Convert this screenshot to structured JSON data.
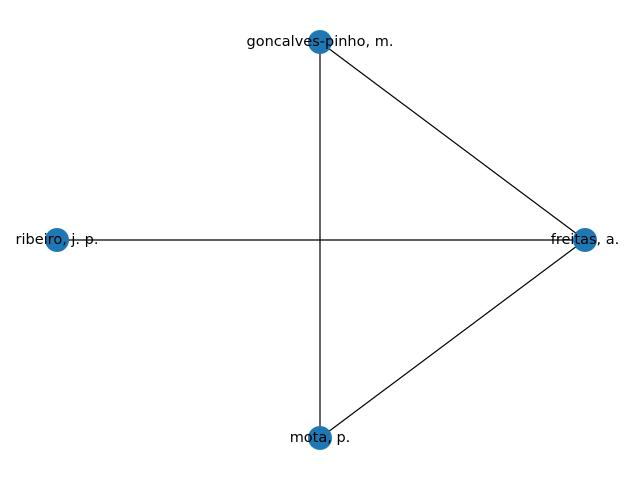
{
  "graph": {
    "node_color": "#1f77b4",
    "edge_color": "#000000",
    "nodes": [
      {
        "id": "goncalves",
        "label": "goncalves-pinho, m."
      },
      {
        "id": "freitas",
        "label": "freitas, a."
      },
      {
        "id": "mota",
        "label": "mota, p."
      },
      {
        "id": "ribeiro",
        "label": "ribeiro, j. p."
      }
    ],
    "edges": [
      {
        "from": "goncalves",
        "to": "freitas"
      },
      {
        "from": "goncalves",
        "to": "mota"
      },
      {
        "from": "ribeiro",
        "to": "freitas"
      },
      {
        "from": "mota",
        "to": "freitas"
      }
    ]
  }
}
